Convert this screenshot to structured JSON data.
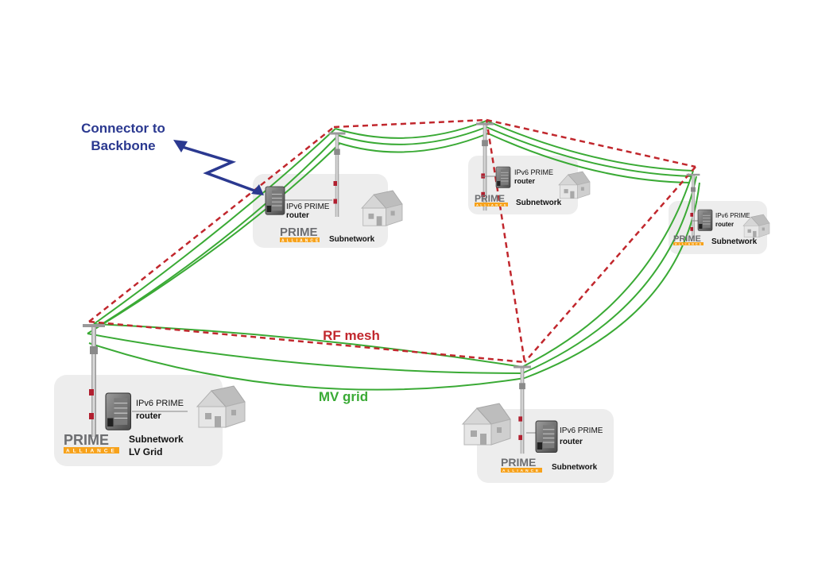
{
  "connector": {
    "line1": "Connector to",
    "line2": "Backbone"
  },
  "rf_mesh_label": "RF mesh",
  "mv_grid_label": "MV grid",
  "router_label_line1": "IPv6 PRIME",
  "router_label_line2": "router",
  "logo": {
    "word": "PRIME",
    "sub": "ALLIANCE"
  },
  "subnetworks": [
    {
      "label": "Subnetwork",
      "label2": ""
    },
    {
      "label": "Subnetwork",
      "label2": ""
    },
    {
      "label": "Subnetwork",
      "label2": ""
    },
    {
      "label": "Subnetwork",
      "label2": "LV Grid"
    },
    {
      "label": "Subnetwork",
      "label2": ""
    }
  ],
  "colors": {
    "rf_mesh": "#c1272d",
    "mv_grid": "#3aaa35",
    "connector": "#2b3990",
    "panel": "#ededed",
    "logo_orange": "#f7a21b",
    "logo_gray": "#6d6e71"
  }
}
